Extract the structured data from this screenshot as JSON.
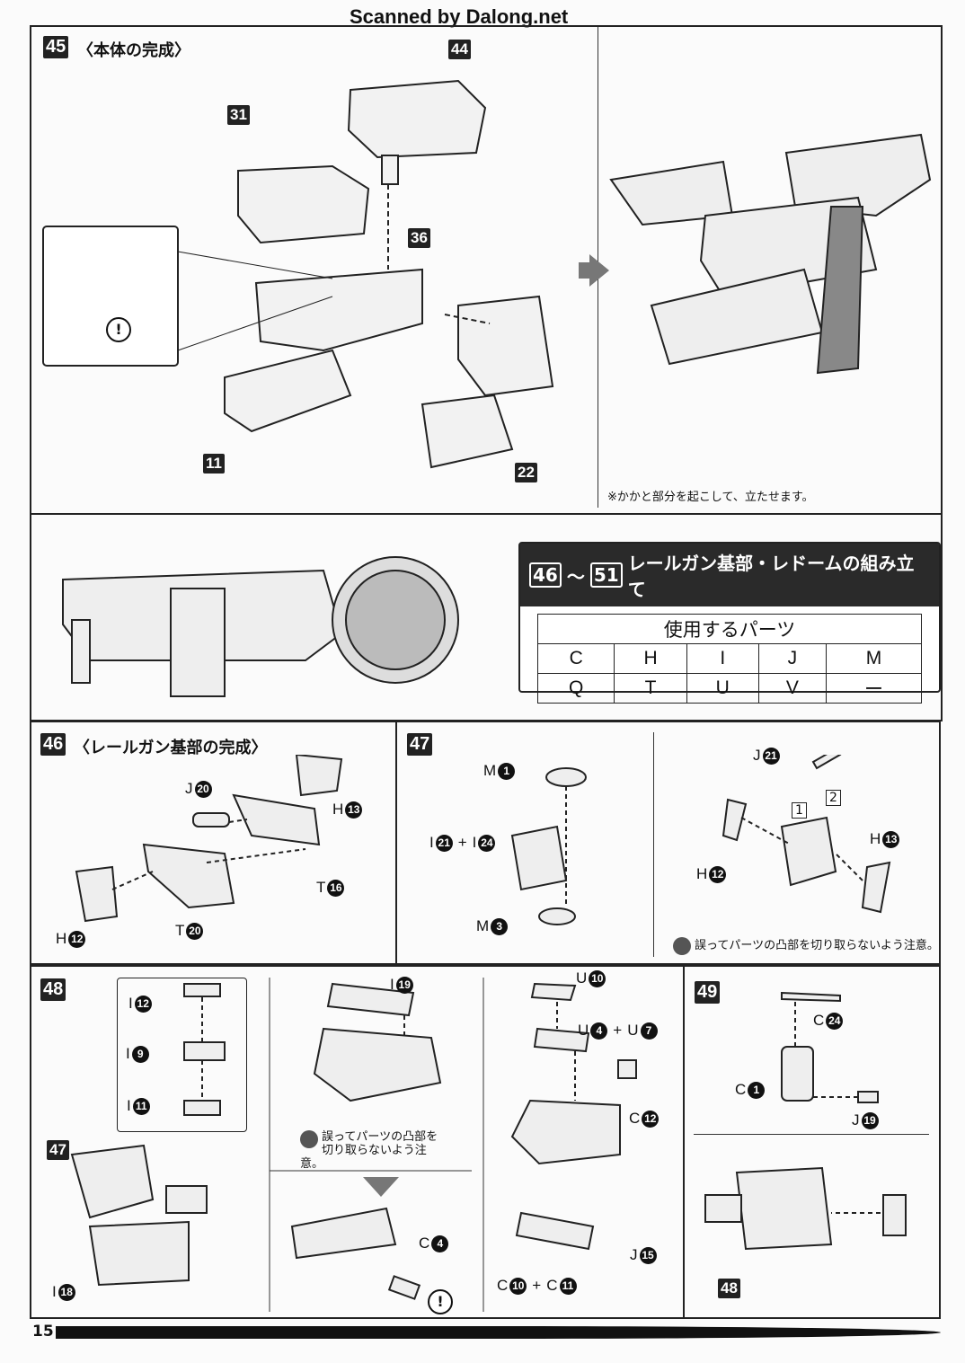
{
  "watermark": "Scanned by Dalong.net",
  "page_number": "15",
  "plus": "+",
  "step45": {
    "num": "45",
    "title": "〈本体の完成〉",
    "refs": [
      "44",
      "31",
      "36",
      "11",
      "22"
    ],
    "warning_mark": "!",
    "note": "※かかと部分を起こして、立たせます。"
  },
  "parts_box": {
    "range_start": "46",
    "tilde": "〜",
    "range_end": "51",
    "title": "レールガン基部・レドームの組み立て",
    "subtitle": "使用するパーツ",
    "rows": [
      [
        "C",
        "H",
        "I",
        "J",
        "M"
      ],
      [
        "Q",
        "T",
        "U",
        "V",
        "ー"
      ]
    ]
  },
  "step46": {
    "num": "46",
    "title": "〈レールガン基部の完成〉",
    "callouts": [
      {
        "l": "J",
        "n": "20"
      },
      {
        "l": "H",
        "n": "13"
      },
      {
        "l": "T",
        "n": "16"
      },
      {
        "l": "H",
        "n": "12"
      },
      {
        "l": "T",
        "n": "20"
      }
    ]
  },
  "step47": {
    "num": "47",
    "callouts": [
      {
        "l": "M",
        "n": "1"
      },
      {
        "l": "I",
        "n": "21"
      },
      {
        "l": "I",
        "n": "24"
      },
      {
        "l": "M",
        "n": "3"
      },
      {
        "l": "J",
        "n": "21"
      },
      {
        "l": "H",
        "n": "12"
      },
      {
        "l": "H",
        "n": "13"
      }
    ],
    "order": [
      "1",
      "2"
    ],
    "note": "誤ってパーツの凸部を切り取らないよう注意。"
  },
  "step48": {
    "num": "48",
    "ref": "47",
    "callouts": [
      {
        "l": "I",
        "n": "12"
      },
      {
        "l": "I",
        "n": "9"
      },
      {
        "l": "I",
        "n": "11"
      },
      {
        "l": "I",
        "n": "18"
      },
      {
        "l": "I",
        "n": "19"
      },
      {
        "l": "C",
        "n": "4"
      },
      {
        "l": "U",
        "n": "10"
      },
      {
        "l": "U",
        "n": "4"
      },
      {
        "l": "U",
        "n": "7"
      },
      {
        "l": "C",
        "n": "12"
      },
      {
        "l": "J",
        "n": "15"
      },
      {
        "l": "C",
        "n": "10"
      },
      {
        "l": "C",
        "n": "11"
      }
    ],
    "note_line1": "誤ってパーツの凸部を",
    "note_line2": "切り取らないよう注意。",
    "warning_mark": "!"
  },
  "step49": {
    "num": "49",
    "ref": "48",
    "callouts": [
      {
        "l": "C",
        "n": "24"
      },
      {
        "l": "C",
        "n": "1"
      },
      {
        "l": "J",
        "n": "19"
      }
    ]
  }
}
